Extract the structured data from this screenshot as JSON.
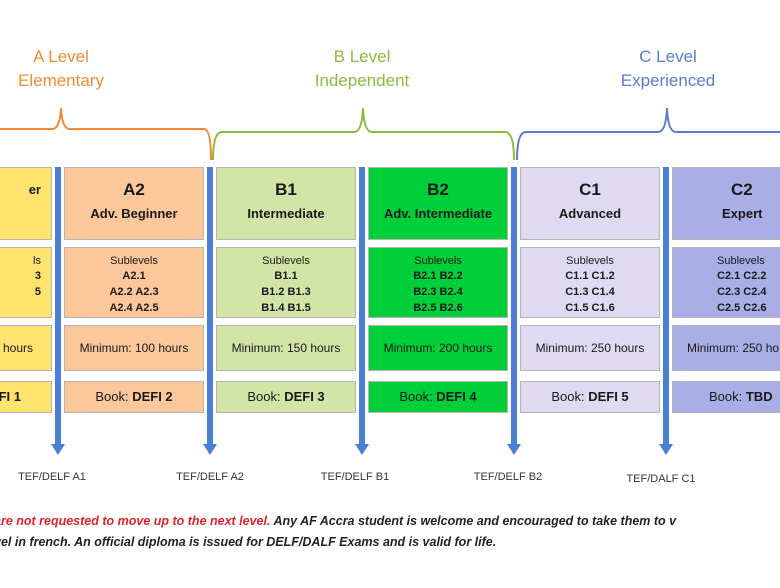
{
  "groups": [
    {
      "title": "A Level",
      "subtitle": "Elementary",
      "color": "#f28a33"
    },
    {
      "title": "B Level",
      "subtitle": "Independent",
      "color": "#8cbb3b"
    },
    {
      "title": "C Level",
      "subtitle": "Experienced",
      "color": "#5b7ccc"
    }
  ],
  "levels": [
    {
      "code": "",
      "name": "er",
      "sublevels_label": "ls",
      "rows": [
        "",
        "3",
        "5"
      ],
      "minimum": "0 hours",
      "book_prefix": "",
      "book": "FI 1",
      "bg": "#ffe36e"
    },
    {
      "code": "A2",
      "name": "Adv. Beginner",
      "sublevels_label": "Sublevels",
      "rows": [
        "A2.1",
        "A2.2  A2.3",
        "A2.4  A2.5"
      ],
      "minimum": "Minimum:  100 hours",
      "book_prefix": "Book: ",
      "book": "DEFI 2",
      "bg": "#fcc79a"
    },
    {
      "code": "B1",
      "name": "Intermediate",
      "sublevels_label": "Sublevels",
      "rows": [
        "B1.1",
        "B1.2  B1.3",
        "B1.4  B1.5"
      ],
      "minimum": "Minimum:  150 hours",
      "book_prefix": "Book: ",
      "book": "DEFI 3",
      "bg": "#d2e4a6"
    },
    {
      "code": "B2",
      "name": "Adv. Intermediate",
      "sublevels_label": "Sublevels",
      "rows": [
        "B2.1  B2.2",
        "B2.3  B2.4",
        "B2.5  B2.6"
      ],
      "minimum": "Minimum:  200 hours",
      "book_prefix": "Book: ",
      "book": "DEFI 4",
      "bg": "#00cf3a"
    },
    {
      "code": "C1",
      "name": "Advanced",
      "sublevels_label": "Sublevels",
      "rows": [
        "C1.1  C1.2",
        "C1.3  C1.4",
        "C1.5  C1.6"
      ],
      "minimum": "Minimum:  250 hours",
      "book_prefix": "Book: ",
      "book": "DEFI 5",
      "bg": "#dfdaf2"
    },
    {
      "code": "C2",
      "name": "Expert",
      "sublevels_label": "Sublevels",
      "rows": [
        "C2.1  C2.2",
        "C2.3  C2.4",
        "C2.5  C2.6"
      ],
      "minimum": "Minimum:  250 ho",
      "book_prefix": "Book: ",
      "book": "TBD",
      "bg": "#a9aee6"
    }
  ],
  "exams": [
    "TEF/DELF A1",
    "TEF/DELF A2",
    "TEF/DELF B1",
    "TEF/DELF B2",
    "TEF/DALF C1"
  ],
  "arrow_color": "#4a7fd4",
  "footnote": {
    "red": "are not requested to move up to the next level.",
    "line1": " Any AF Accra student is welcome and encouraged to take them to v",
    "line2": "vel in french. An official diploma is issued for DELF/DALF Exams and is valid for life."
  }
}
